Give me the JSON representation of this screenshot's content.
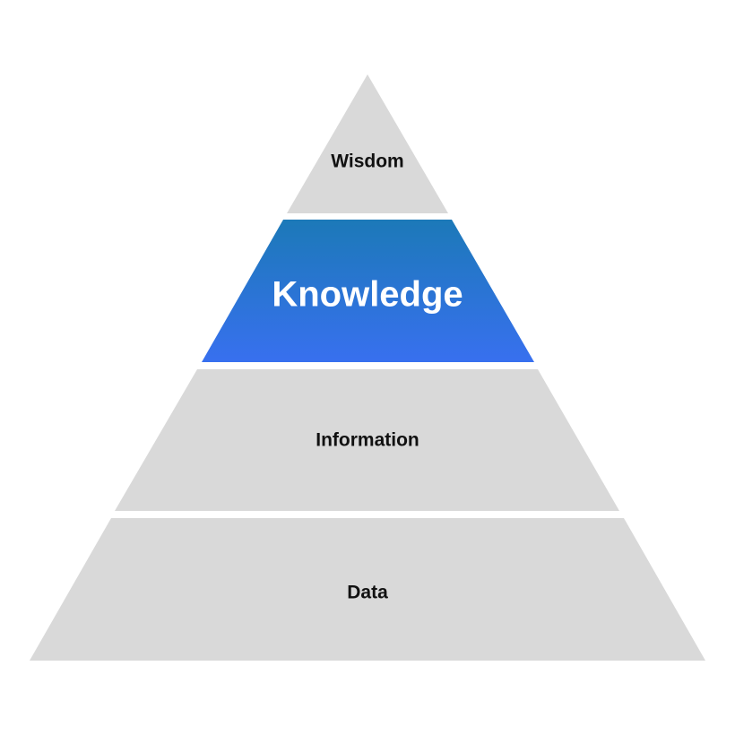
{
  "levels": [
    {
      "label": "Wisdom",
      "highlighted": false
    },
    {
      "label": "Knowledge",
      "highlighted": true
    },
    {
      "label": "Information",
      "highlighted": false
    },
    {
      "label": "Data",
      "highlighted": false
    }
  ],
  "colors": {
    "tier": "#d9d9d9",
    "highlight_top": "#1c79b8",
    "highlight_bottom": "#3870ef",
    "text": "#111111",
    "highlight_text": "#ffffff"
  }
}
